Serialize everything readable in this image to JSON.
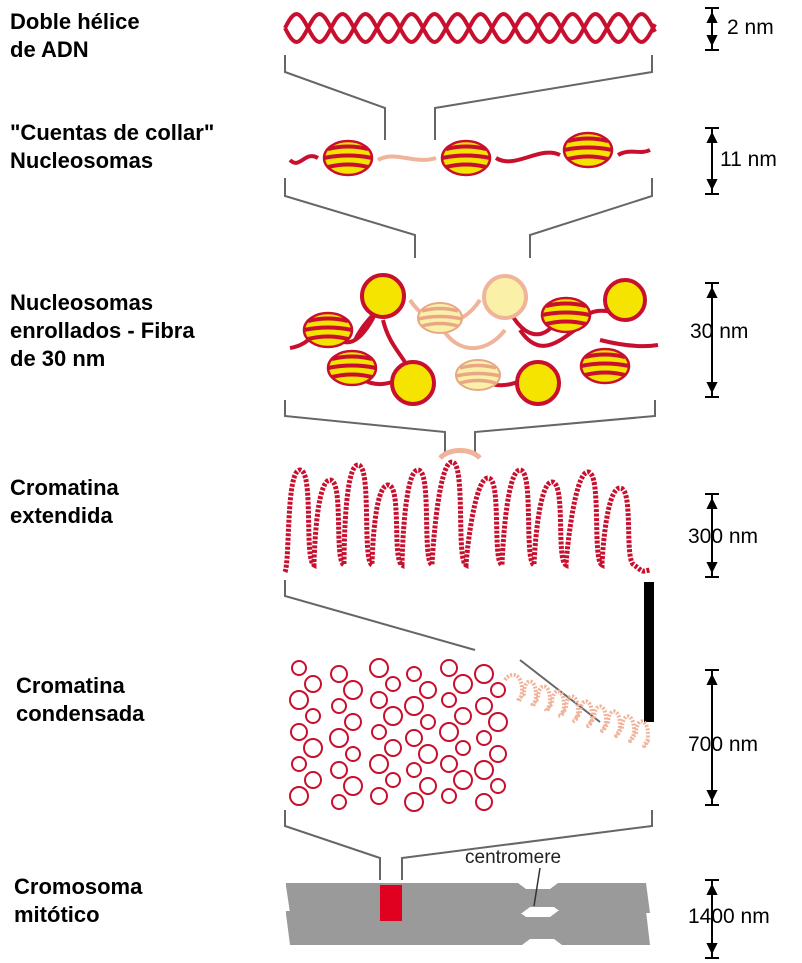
{
  "levels": [
    {
      "label_lines": [
        "Doble hélice",
        "de ADN"
      ],
      "scale": "2 nm"
    },
    {
      "label_lines": [
        "\"Cuentas de collar\"",
        "Nucleosomas"
      ],
      "scale": "11 nm"
    },
    {
      "label_lines": [
        "Nucleosomas",
        "enrollados - Fibra",
        "de 30 nm"
      ],
      "scale": "30 nm"
    },
    {
      "label_lines": [
        "Cromatina",
        "extendida"
      ],
      "scale": "300 nm"
    },
    {
      "label_lines": [
        "Cromatina",
        "condensada"
      ],
      "scale": "700 nm"
    },
    {
      "label_lines": [
        "Cromosoma",
        "mitótico"
      ],
      "scale": "1400 nm"
    }
  ],
  "annotations": {
    "centromere": "centromere"
  },
  "colors": {
    "dna": "#c8102e",
    "dna_light": "#f0b49a",
    "histone": "#f5e400",
    "chromosome": "#9a9a9a",
    "bracket": "#666666",
    "scalebar": "#000000"
  }
}
